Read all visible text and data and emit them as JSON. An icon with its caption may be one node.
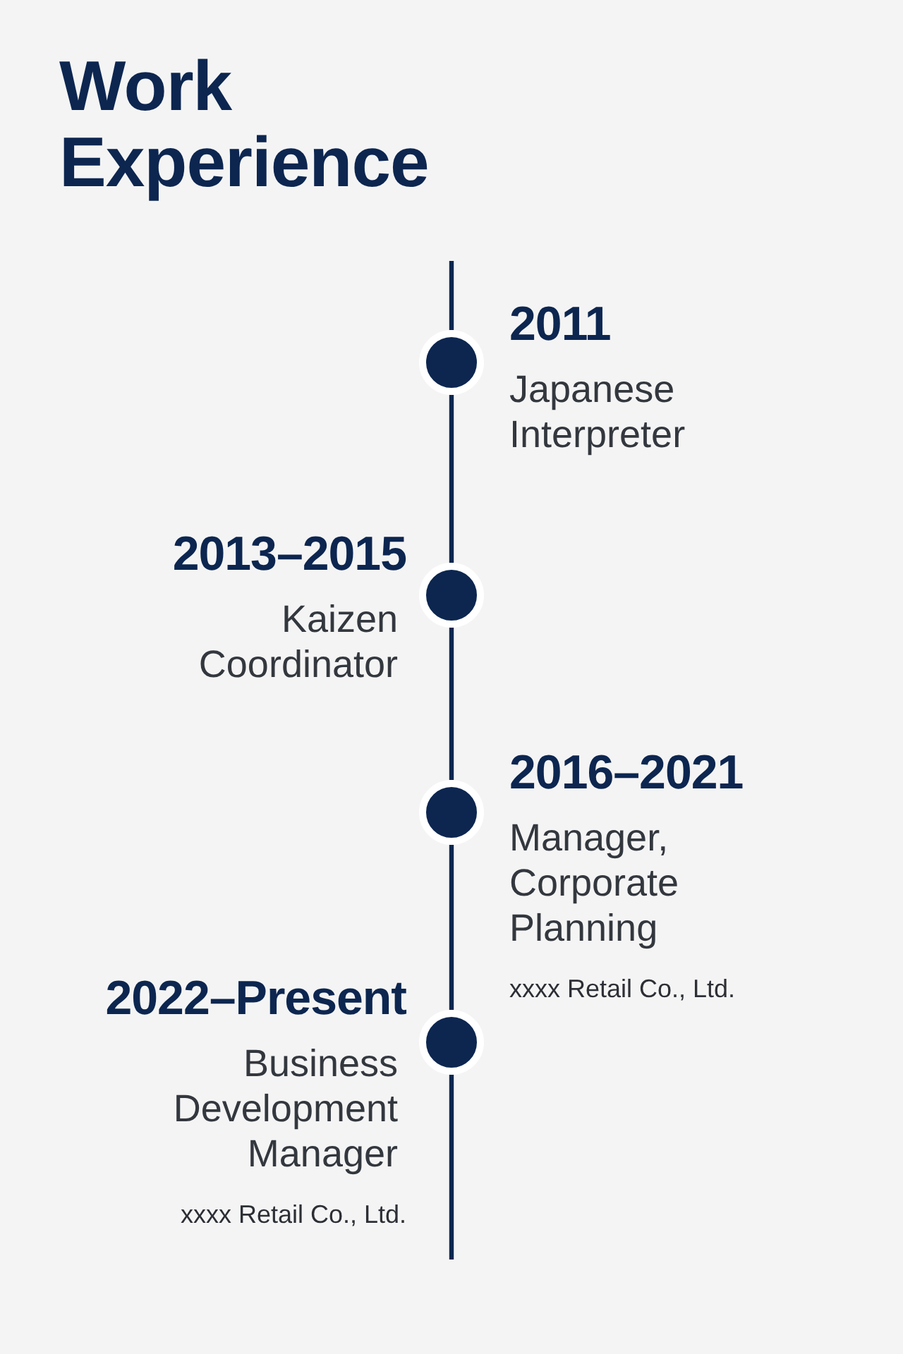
{
  "diagram": {
    "title": "Work Experience",
    "nodes": [
      {
        "text": [],
        "shape": "circle",
        "beside": [
          "2011",
          "Japanese Interpreter"
        ]
      },
      {
        "text": [],
        "shape": "circle",
        "beside": [
          "2013–2015",
          "Kaizen Coordinator"
        ]
      },
      {
        "text": [],
        "shape": "circle",
        "beside": [
          "2016–2021",
          "Manager, Corporate Planning",
          "xxxx Retail Co., Ltd."
        ]
      },
      {
        "text": [],
        "shape": "circle",
        "beside": [
          "2022–Present",
          "Business Development Manager",
          "xxxx Retail Co., Ltd."
        ]
      }
    ],
    "edges": [
      {
        "from": null,
        "to": 0,
        "arrow": "none"
      },
      {
        "from": 0,
        "to": 1,
        "arrow": "none"
      },
      {
        "from": 1,
        "to": 2,
        "arrow": "none"
      },
      {
        "from": 2,
        "to": 3,
        "arrow": "none"
      },
      {
        "from": 3,
        "to": null,
        "arrow": "none"
      }
    ]
  }
}
